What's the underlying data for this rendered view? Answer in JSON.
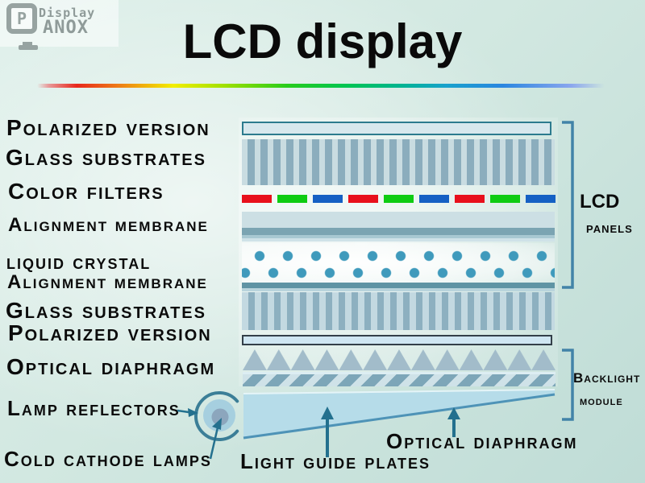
{
  "logo": {
    "brand_top": "Display",
    "brand_bottom": "ANOX",
    "monitor_letter": "P"
  },
  "title": "LCD display",
  "labels": {
    "polarized_top": "Polarized version",
    "glass_top": "Glass substrates",
    "color_filters": "Color filters",
    "alignment_top": "Alignment membrane",
    "liquid_crystal": "liquid crystal",
    "alignment_bottom": "Alignment membrane",
    "glass_bottom": "Glass substrates",
    "polarized_bottom": "Polarized version",
    "optical_diaphragm": "Optical diaphragm",
    "lamp_reflectors": "Lamp reflectors",
    "cold_cathode_lamps": "Cold cathode lamps",
    "light_guide_plates": "Light guide plates",
    "optical_diaphragm_bottom": "Optical diaphragm"
  },
  "group_brackets": {
    "lcd_panels": {
      "line1": "LCD",
      "line2": "panels"
    },
    "backlight": {
      "line1": "Backlight",
      "line2": "module"
    }
  },
  "color_filter_pattern": [
    "#e8101c",
    "#0ecc12",
    "#1560c4",
    "#e8101c",
    "#0ecc12",
    "#1560c4",
    "#e8101c",
    "#0ecc12",
    "#1560c4"
  ],
  "colors": {
    "title_text": "#0a0a0a",
    "label_text": "#0b0b0b",
    "bracket": "#4283a8",
    "arrow": "#23708e",
    "polarizer_border": "#2c7b8e",
    "glass_stripe": "#8badbd",
    "membrane_stripe": "#7ba4b2",
    "liquid_crystal_dot": "#3f9abc",
    "prism_triangle": "#a2bcca",
    "lamp_reflector": "#3b7e97",
    "lamp_outer": "#a6cfdf",
    "lamp_inner": "#8ca6bd",
    "light_guide_fill": "#b6dce9"
  }
}
